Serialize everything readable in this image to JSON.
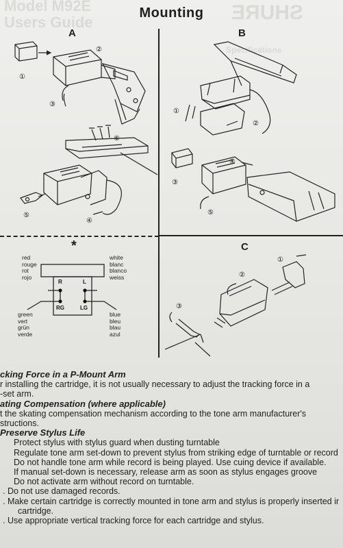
{
  "title": "Mounting",
  "ghost_text": {
    "model": "Model M92E",
    "users_guide": "Users Guide",
    "brand": "SHURE",
    "specifications": "Specifications"
  },
  "panels": {
    "a": {
      "label": "A",
      "steps": [
        "①",
        "②",
        "③",
        "⑥",
        "⑤",
        "④"
      ]
    },
    "b": {
      "label": "B",
      "steps": [
        "①",
        "②",
        "④",
        "③",
        "⑤"
      ]
    },
    "c": {
      "label": "C",
      "steps": [
        "①",
        "②",
        "③"
      ]
    }
  },
  "wiring": {
    "marker": "*",
    "top_left": [
      "red",
      "rouge",
      "rot",
      "rojo"
    ],
    "top_right": [
      "white",
      "blanc",
      "blanco",
      "weiss"
    ],
    "bottom_left": [
      "green",
      "vert",
      "grün",
      "verde"
    ],
    "bottom_right": [
      "blue",
      "bleu",
      "blau",
      "azul"
    ],
    "pins": [
      "R",
      "L",
      "RG",
      "LG"
    ]
  },
  "instructions": [
    {
      "text": "cking Force in a P-Mount Arm",
      "heading": true
    },
    {
      "text": "r installing the cartridge, it is not usually necessary to adjust the tracking force in a",
      "heading": false
    },
    {
      "text": "-set arm.",
      "heading": false
    },
    {
      "text": "ating Compensation (where applicable)",
      "heading": true
    },
    {
      "text": "t the skating compensation mechanism according to the tone arm manufacturer's",
      "heading": false
    },
    {
      "text": "structions.",
      "heading": false
    },
    {
      "text": "Preserve Stylus Life",
      "heading": true
    },
    {
      "text": "Protect stylus with stylus guard when dusting turntable",
      "heading": false
    },
    {
      "text": "Regulate tone arm set-down to prevent stylus from striking edge of turntable or record.",
      "heading": false
    },
    {
      "text": "Do not handle tone arm while record is being played. Use cuing device if available.",
      "heading": false
    },
    {
      "text": "If manual set-down is necessary, release arm as soon as stylus engages groove",
      "heading": false
    },
    {
      "text": "Do not activate arm without record on turntable.",
      "heading": false
    },
    {
      "text": ". Do not use damaged records.",
      "heading": false
    },
    {
      "text": ". Make certain cartridge is correctly mounted in tone arm and stylus is properly inserted in",
      "heading": false
    },
    {
      "text": "cartridge.",
      "heading": false
    },
    {
      "text": ". Use appropriate vertical tracking force for each cartridge and stylus.",
      "heading": false
    }
  ]
}
